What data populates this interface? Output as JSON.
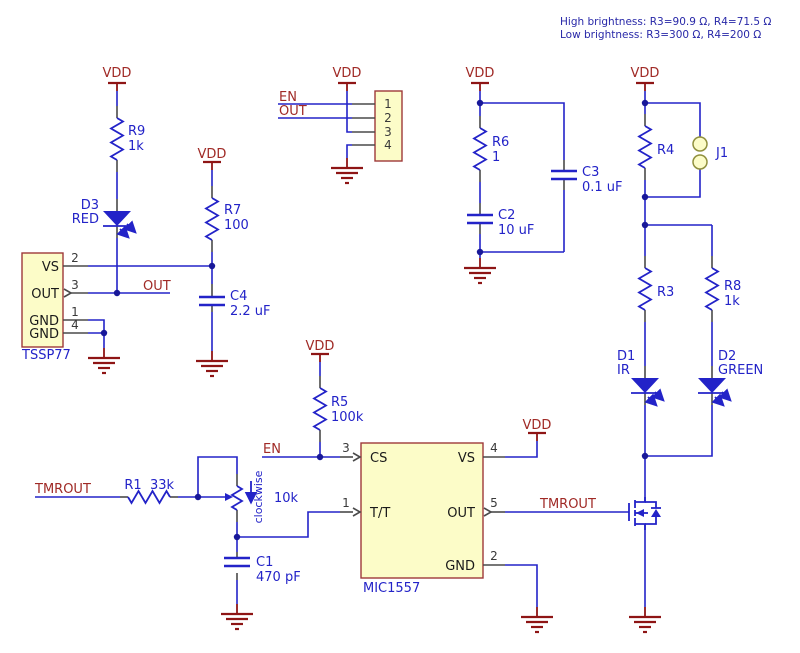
{
  "note": {
    "line1": "High brightness: R3=90.9 Ω, R4=71.5 Ω",
    "line2": "Low brightness: R3=300 Ω, R4=200 Ω"
  },
  "net_labels": {
    "vdd": "VDD",
    "en": "EN",
    "out": "OUT",
    "tmrout": "TMROUT"
  },
  "parts": {
    "r9": {
      "ref": "R9",
      "val": "1k"
    },
    "r7": {
      "ref": "R7",
      "val": "100"
    },
    "r6": {
      "ref": "R6",
      "val": "1"
    },
    "r5": {
      "ref": "R5",
      "val": "100k"
    },
    "r4": {
      "ref": "R4"
    },
    "r3": {
      "ref": "R3"
    },
    "r8": {
      "ref": "R8",
      "val": "1k"
    },
    "r1": {
      "ref": "R1",
      "val": "33k"
    },
    "rpot": {
      "val": "10k",
      "direction": "clockwise"
    },
    "c1": {
      "ref": "C1",
      "val": "470 pF"
    },
    "c2": {
      "ref": "C2",
      "val": "10 uF"
    },
    "c3": {
      "ref": "C3",
      "val": "0.1 uF"
    },
    "c4": {
      "ref": "C4",
      "val": "2.2 uF"
    },
    "d1": {
      "ref": "D1",
      "val": "IR"
    },
    "d2": {
      "ref": "D2",
      "val": "GREEN"
    },
    "d3": {
      "ref": "D3",
      "val": "RED"
    },
    "j1": {
      "ref": "J1"
    },
    "u_tssp77": {
      "ref": "TSSP77",
      "pins": [
        {
          "num": "2",
          "name": "VS"
        },
        {
          "num": "3",
          "name": "OUT"
        },
        {
          "num": "1",
          "name": "GND"
        },
        {
          "num": "4",
          "name": "GND"
        }
      ]
    },
    "u_mic1557": {
      "ref": "MIC1557",
      "left_pins": [
        {
          "num": "3",
          "name": "CS"
        },
        {
          "num": "1",
          "name": "T/T"
        }
      ],
      "right_pins": [
        {
          "num": "4",
          "name": "VS"
        },
        {
          "num": "5",
          "name": "OUT"
        },
        {
          "num": "2",
          "name": "GND"
        }
      ]
    },
    "conn": {
      "pins": [
        "1",
        "2",
        "3",
        "4"
      ]
    }
  },
  "colors": {
    "wire_blue": "#2323C8",
    "power_red": "#8E1515",
    "net_label_red": "#A02A26",
    "part_fill_yellow": "#FCFCC8",
    "note_blue": "#2828A8"
  }
}
